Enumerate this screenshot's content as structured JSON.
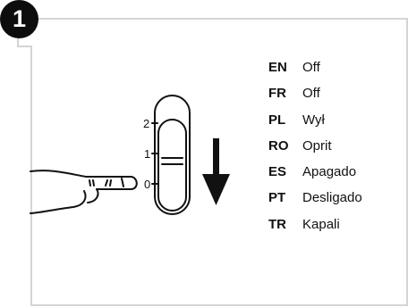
{
  "step": {
    "number": "1"
  },
  "switch": {
    "positions": [
      "2",
      "1",
      "0"
    ],
    "current_position": "0"
  },
  "translations": [
    {
      "code": "EN",
      "word": "Off"
    },
    {
      "code": "FR",
      "word": "Off"
    },
    {
      "code": "PL",
      "word": "Wył"
    },
    {
      "code": "RO",
      "word": "Oprit"
    },
    {
      "code": "ES",
      "word": "Apagado"
    },
    {
      "code": "PT",
      "word": "Desligado"
    },
    {
      "code": "TR",
      "word": "Kapali"
    }
  ],
  "colors": {
    "frame_border": "#d4d4d4",
    "ink": "#111111",
    "badge": "#0d0d0d"
  },
  "icons": [
    "pointing-hand-icon",
    "slide-switch-icon",
    "arrow-down-icon"
  ]
}
